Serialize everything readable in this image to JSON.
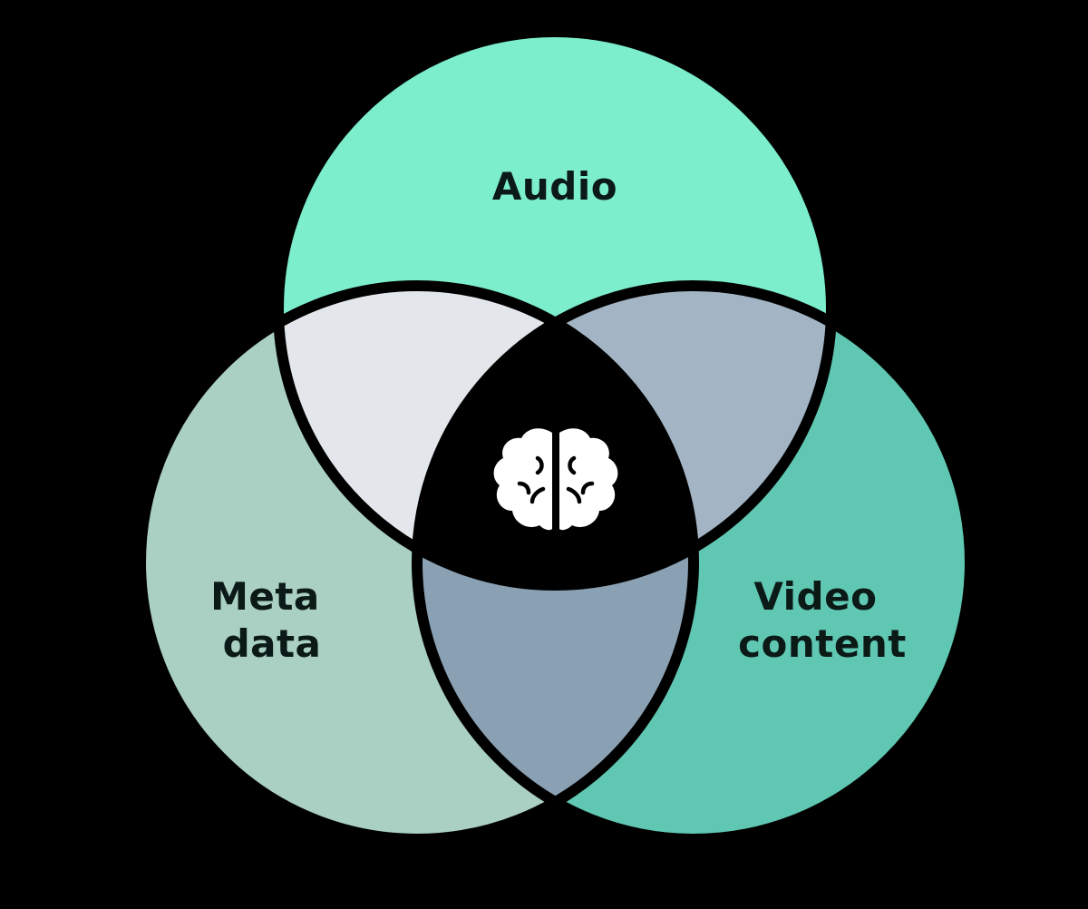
{
  "diagram": {
    "circles": [
      {
        "id": "audio",
        "lines": [
          "Audio"
        ],
        "color": "#7ceecb"
      },
      {
        "id": "metadata",
        "lines": [
          "Meta",
          "data"
        ],
        "color": "#aacfc3"
      },
      {
        "id": "video",
        "lines": [
          "Video",
          "content"
        ],
        "color": "#5fc7b2"
      }
    ],
    "overlaps": {
      "audio_metadata": "#e3e7ec",
      "audio_video": "#a3b5c4",
      "metadata_video": "#8aa1b4",
      "center": "#000000"
    },
    "outline_color": "#000000",
    "center_icon": "brain-icon",
    "icon_color": "#ffffff"
  }
}
